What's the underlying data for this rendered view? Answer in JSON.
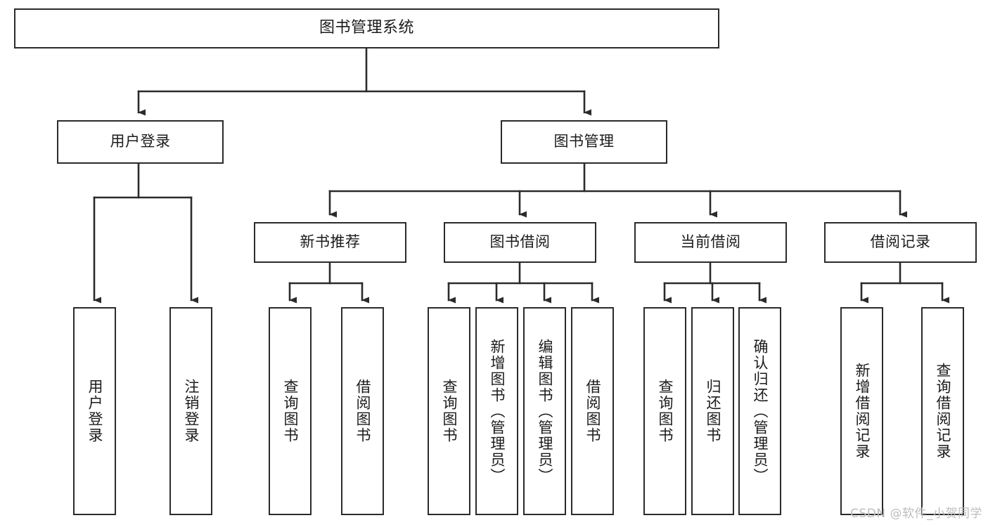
{
  "diagram": {
    "type": "tree",
    "title": "图书管理系统",
    "watermark": "CSDN @软件_小贺同学",
    "colors": {
      "box_stroke": "#2b2b2b",
      "box_fill": "#ffffff",
      "edge": "#2b2b2b",
      "text": "#1b1b1b",
      "watermark": "#bdbdbd",
      "background": "#ffffff"
    },
    "nodes": {
      "root": {
        "label": "图书管理系统"
      },
      "level2": [
        {
          "label": "用户登录"
        },
        {
          "label": "图书管理"
        }
      ],
      "level3": [
        {
          "label": "新书推荐"
        },
        {
          "label": "图书借阅"
        },
        {
          "label": "当前借阅"
        },
        {
          "label": "借阅记录"
        }
      ],
      "leaves_user_login": [
        {
          "label": "用户登录"
        },
        {
          "label": "注销登录"
        }
      ],
      "leaves_new_books": [
        {
          "label": "查询图书"
        },
        {
          "label": "借阅图书"
        }
      ],
      "leaves_borrow": [
        {
          "label": "查询图书"
        },
        {
          "label": "新增图书（管理员）"
        },
        {
          "label": "编辑图书（管理员）"
        },
        {
          "label": "借阅图书"
        }
      ],
      "leaves_current": [
        {
          "label": "查询图书"
        },
        {
          "label": "归还图书"
        },
        {
          "label": "确认归还（管理员）"
        }
      ],
      "leaves_records": [
        {
          "label": "新增借阅记录"
        },
        {
          "label": "查询借阅记录"
        }
      ]
    }
  }
}
